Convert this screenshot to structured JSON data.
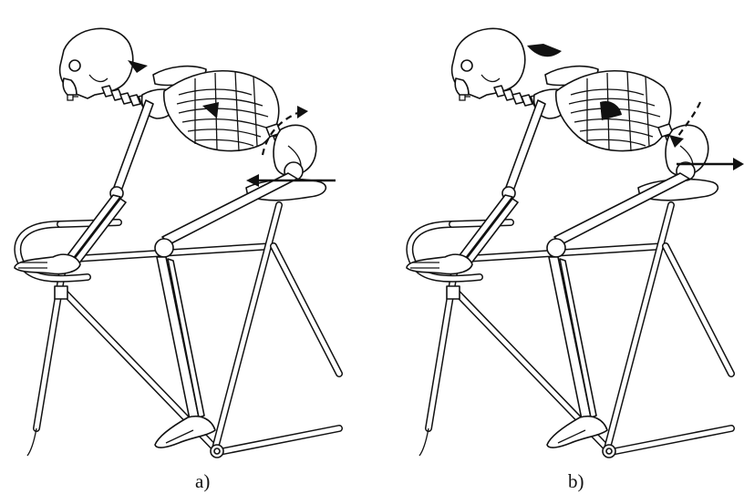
{
  "panels": [
    {
      "id": "a",
      "caption": "a)"
    },
    {
      "id": "b",
      "caption": "b)"
    }
  ],
  "colors": {
    "ink": "#111111",
    "background": "#ffffff"
  }
}
